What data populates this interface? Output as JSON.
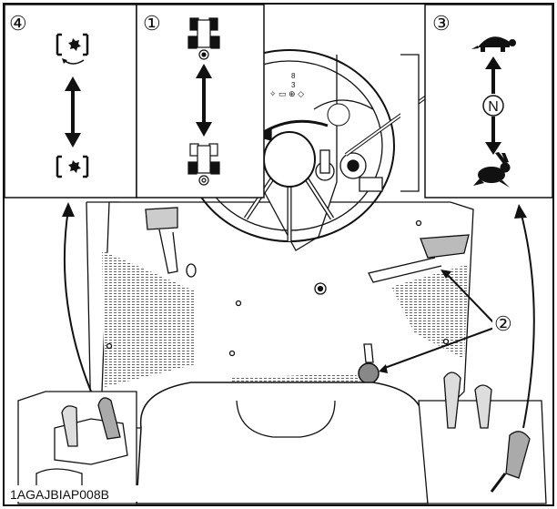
{
  "figure": {
    "reference_code": "1AGAJBIAP008B"
  },
  "panels": [
    {
      "id": "panel-4",
      "number": "④",
      "symbols": [
        "pto-engage-icon",
        "pto-disengage-icon"
      ],
      "arrow": "double-headed-vertical"
    },
    {
      "id": "panel-1",
      "number": "①",
      "symbols": [
        "four-wheel-drive-engaged-icon",
        "four-wheel-drive-disengaged-icon"
      ],
      "arrow": "double-headed-vertical"
    },
    {
      "id": "panel-3",
      "number": "③",
      "symbols": [
        "turtle-slow-icon",
        "rabbit-fast-icon"
      ],
      "neutral_label": "N",
      "arrow": "double-headed-vertical"
    }
  ],
  "callouts": [
    {
      "id": "callout-2",
      "number": "②"
    }
  ],
  "colors": {
    "line": "#111111",
    "fill_light": "#f3f3f3",
    "hatch": "#777777"
  }
}
